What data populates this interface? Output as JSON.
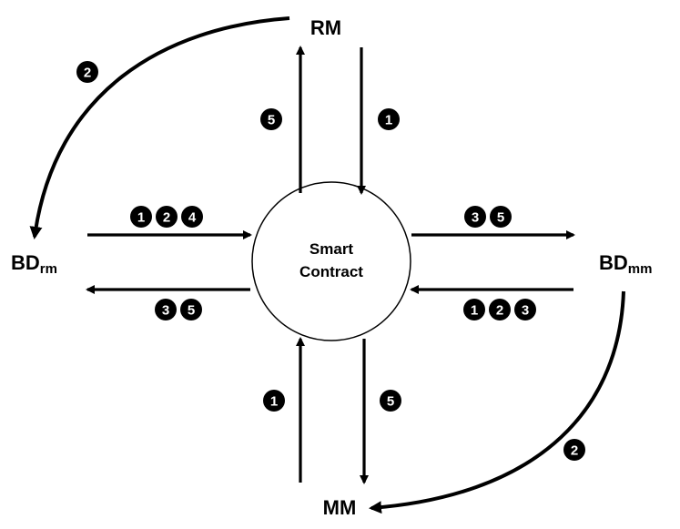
{
  "nodes": {
    "rm": "RM",
    "mm": "MM",
    "bd_rm": {
      "base": "BD",
      "sub": "rm"
    },
    "bd_mm": {
      "base": "BD",
      "sub": "mm"
    }
  },
  "center": {
    "line1": "Smart",
    "line2": "Contract"
  },
  "badges": {
    "rm_curve": [
      "2"
    ],
    "rm_up": [
      "5"
    ],
    "rm_down": [
      "1"
    ],
    "bdrm_in": [
      "1",
      "2",
      "4"
    ],
    "bdrm_out": [
      "3",
      "5"
    ],
    "bdmm_out": [
      "3",
      "5"
    ],
    "bdmm_in": [
      "1",
      "2",
      "3"
    ],
    "mm_up": [
      "1"
    ],
    "mm_down": [
      "5"
    ],
    "mm_curve": [
      "2"
    ]
  },
  "colors": {
    "ink": "#000000",
    "background": "#ffffff"
  }
}
